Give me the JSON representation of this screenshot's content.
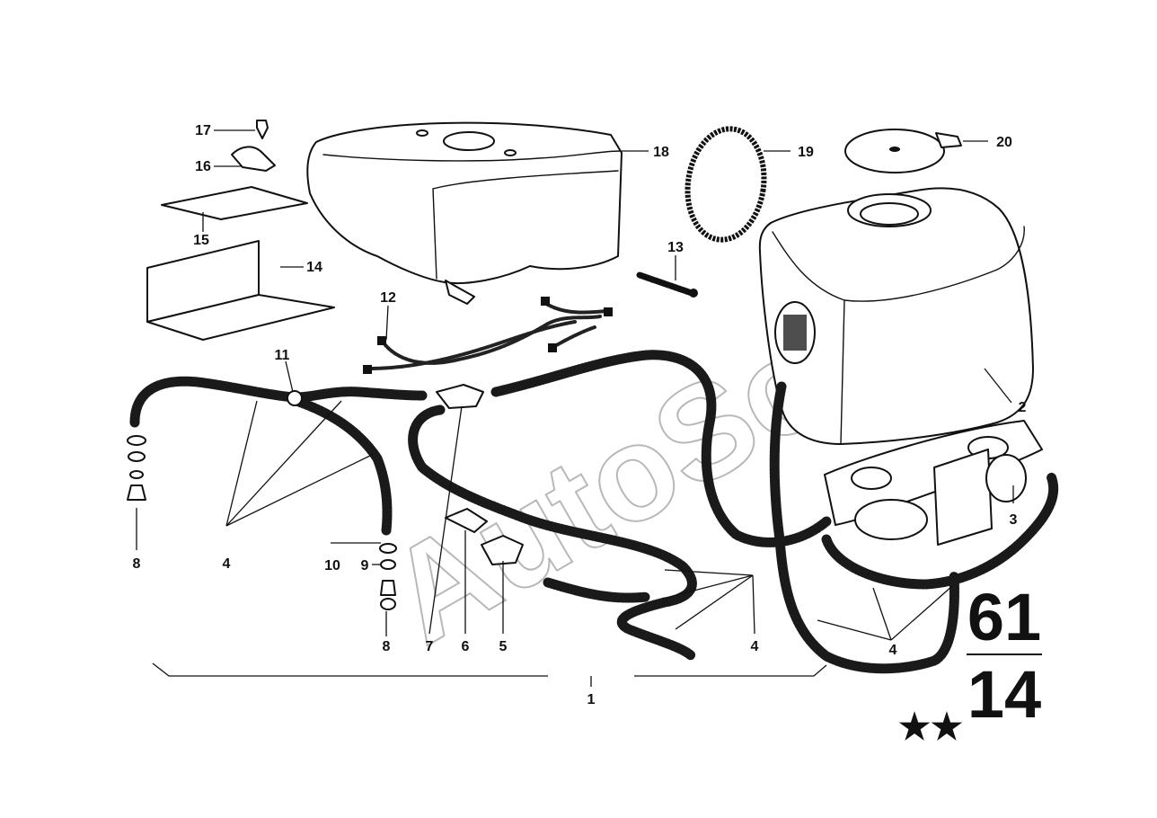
{
  "diagram": {
    "watermark": "AutoSoft",
    "group_number_top": "61",
    "group_number_bottom": "14",
    "stars": "★★",
    "accent_color": "#111111",
    "callouts": [
      {
        "id": "callout-1",
        "label": "1"
      },
      {
        "id": "callout-2",
        "label": "2"
      },
      {
        "id": "callout-3",
        "label": "3"
      },
      {
        "id": "callout-4-left",
        "label": "4"
      },
      {
        "id": "callout-4-center",
        "label": "4"
      },
      {
        "id": "callout-4-right",
        "label": "4"
      },
      {
        "id": "callout-5",
        "label": "5"
      },
      {
        "id": "callout-6",
        "label": "6"
      },
      {
        "id": "callout-7",
        "label": "7"
      },
      {
        "id": "callout-8-left",
        "label": "8"
      },
      {
        "id": "callout-8-center",
        "label": "8"
      },
      {
        "id": "callout-9",
        "label": "9"
      },
      {
        "id": "callout-10",
        "label": "10"
      },
      {
        "id": "callout-11",
        "label": "11"
      },
      {
        "id": "callout-12",
        "label": "12"
      },
      {
        "id": "callout-13",
        "label": "13"
      },
      {
        "id": "callout-14",
        "label": "14"
      },
      {
        "id": "callout-15",
        "label": "15"
      },
      {
        "id": "callout-16",
        "label": "16"
      },
      {
        "id": "callout-17",
        "label": "17"
      },
      {
        "id": "callout-18",
        "label": "18"
      },
      {
        "id": "callout-19",
        "label": "19"
      },
      {
        "id": "callout-20",
        "label": "20"
      }
    ]
  }
}
